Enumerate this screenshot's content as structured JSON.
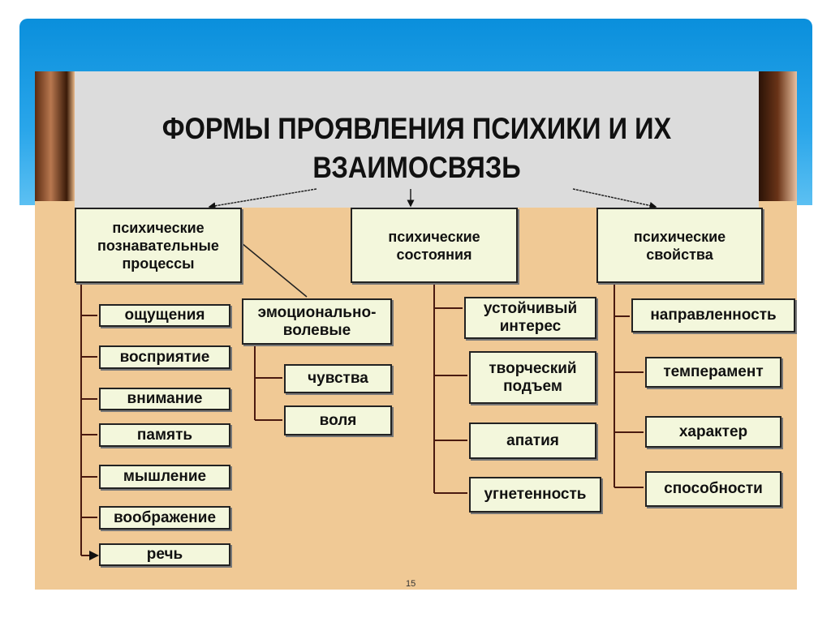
{
  "title": "ФОРМЫ ПРОЯВЛЕНИЯ ПСИХИКИ И ИХ ВЗАИМОСВЯЗЬ",
  "categories": {
    "cognitive": "психические познавательные процессы",
    "states": "психические состояния",
    "properties": "психические свойства"
  },
  "cognitive_items": [
    "ощущения",
    "восприятие",
    "внимание",
    "память",
    "мышление",
    "воображение",
    "речь"
  ],
  "emotional": {
    "label": "эмоционально-волевые",
    "items": [
      "чувства",
      "воля"
    ]
  },
  "state_items": [
    "устойчивый интерес",
    "творческий подъем",
    "апатия",
    "угнетенность"
  ],
  "property_items": [
    "направленность",
    "темперамент",
    "характер",
    "способности"
  ],
  "page_number": "15"
}
